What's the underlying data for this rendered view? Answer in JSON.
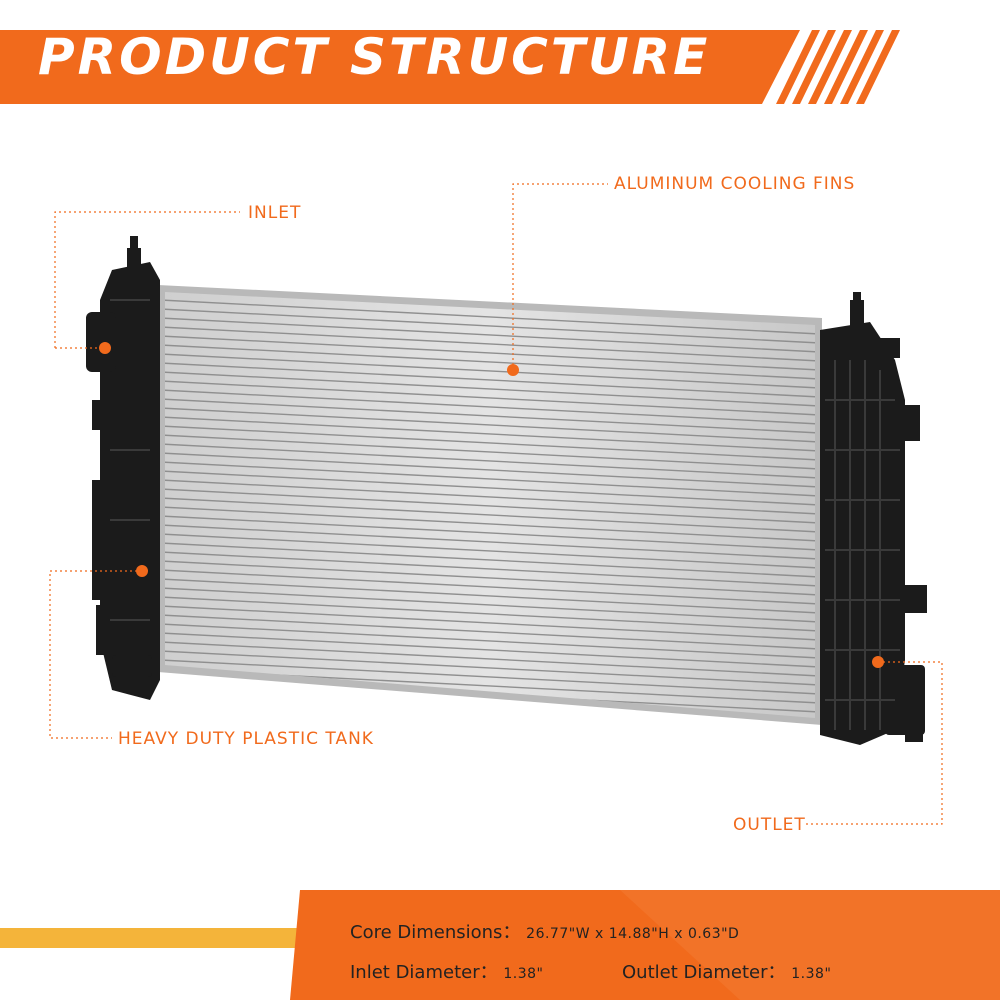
{
  "header": {
    "title": "PRODUCT STRUCTURE"
  },
  "callouts": {
    "inlet": "INLET",
    "fins": "ALUMINUM COOLING FINS",
    "tank": "HEAVY DUTY PLASTIC TANK",
    "outlet": "OUTLET"
  },
  "specs": {
    "core_label": "Core Dimensions：",
    "core_value": "26.77\"W x 14.88\"H x 0.63\"D",
    "inlet_label": "Inlet Diameter：",
    "inlet_value": "1.38\"",
    "outlet_label": "Outlet Diameter：",
    "outlet_value": "1.38\""
  },
  "colors": {
    "accent": "#f16a1c",
    "accent_dark": "#e05a10",
    "tank": "#1b1b1b",
    "core": "#d9d9d9",
    "footer_text": "#222222"
  }
}
